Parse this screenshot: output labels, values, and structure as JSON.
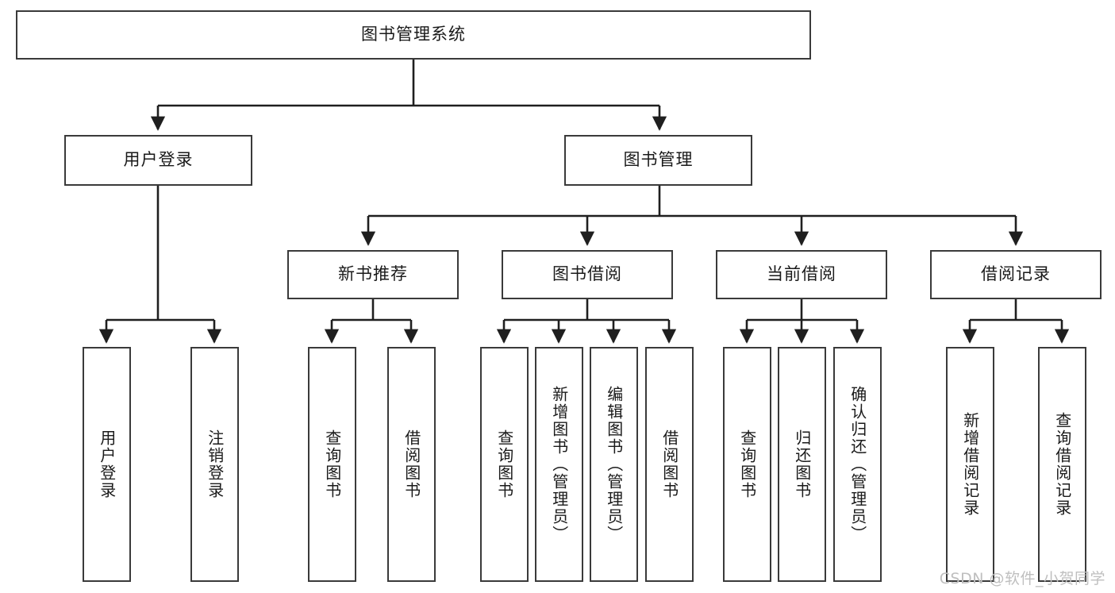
{
  "diagram": {
    "type": "tree-hierarchy",
    "title": "图书管理系统",
    "watermark": "CSDN @软件_小贺同学",
    "colors": {
      "box_border": "#3a3a3a",
      "box_fill": "#ffffff",
      "connector": "#1f1f1f",
      "text": "#1a1a1a",
      "watermark": "#bfbfbf",
      "background": "#ffffff"
    },
    "root": {
      "label": "图书管理系统"
    },
    "level2": [
      {
        "label": "用户登录"
      },
      {
        "label": "图书管理"
      }
    ],
    "level3": [
      {
        "label": "新书推荐"
      },
      {
        "label": "图书借阅"
      },
      {
        "label": "当前借阅"
      },
      {
        "label": "借阅记录"
      }
    ],
    "leaves": {
      "user_login": [
        {
          "label": "用户登录"
        },
        {
          "label": "注销登录"
        }
      ],
      "new_book_recommend": [
        {
          "label": "查询图书"
        },
        {
          "label": "借阅图书"
        }
      ],
      "book_borrow": [
        {
          "label": "查询图书"
        },
        {
          "label": "新增图书（管理员）"
        },
        {
          "label": "编辑图书（管理员）"
        },
        {
          "label": "借阅图书"
        }
      ],
      "current_borrow": [
        {
          "label": "查询图书"
        },
        {
          "label": "归还图书"
        },
        {
          "label": "确认归还（管理员）"
        }
      ],
      "borrow_record": [
        {
          "label": "新增借阅记录"
        },
        {
          "label": "查询借阅记录"
        }
      ]
    }
  }
}
